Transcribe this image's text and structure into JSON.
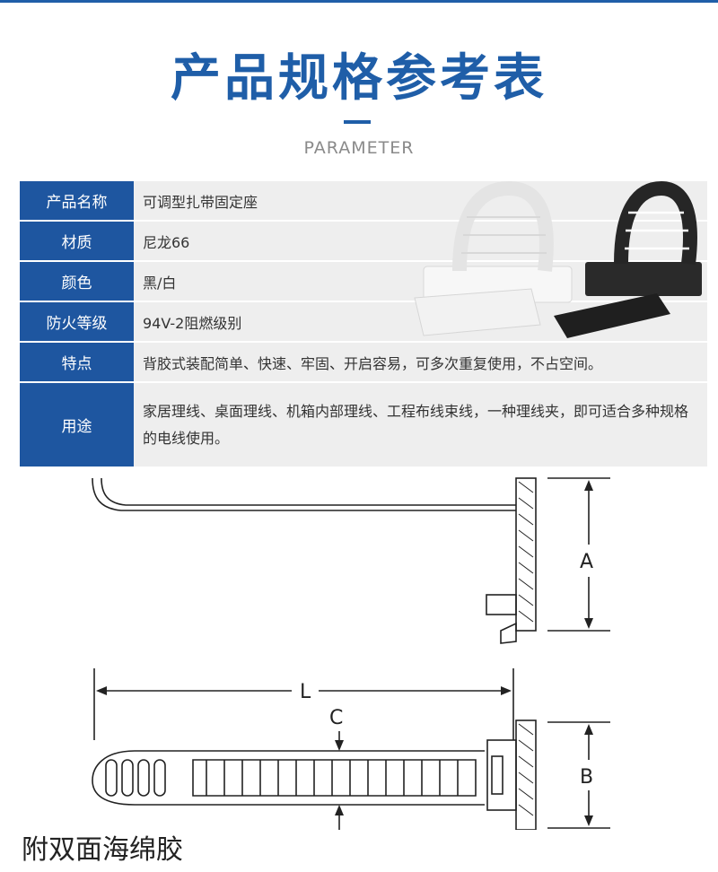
{
  "header": {
    "title": "产品规格参考表",
    "subtitle": "PARAMETER"
  },
  "spec_rows": [
    {
      "label": "产品名称",
      "value": "可调型扎带固定座"
    },
    {
      "label": "材质",
      "value": "尼龙66"
    },
    {
      "label": "颜色",
      "value": "黑/白"
    },
    {
      "label": "防火等级",
      "value": "94V-2阻燃级别"
    },
    {
      "label": "特点",
      "value": "背胶式装配简单、快速、牢固、开启容易，可多次重复使用，不占空间。"
    },
    {
      "label": "用途",
      "value": "家居理线、桌面理线、机箱内部理线、工程布线束线，一种理线夹，即可适合多种规格的电线使用。"
    }
  ],
  "diagram": {
    "label_a": "A",
    "label_l": "L",
    "label_c": "C",
    "label_b": "B"
  },
  "caption": "附双面海绵胶",
  "colors": {
    "accent": "#1f5ea8",
    "label_bg": "#1e56a0",
    "value_bg": "#eeeeee"
  }
}
